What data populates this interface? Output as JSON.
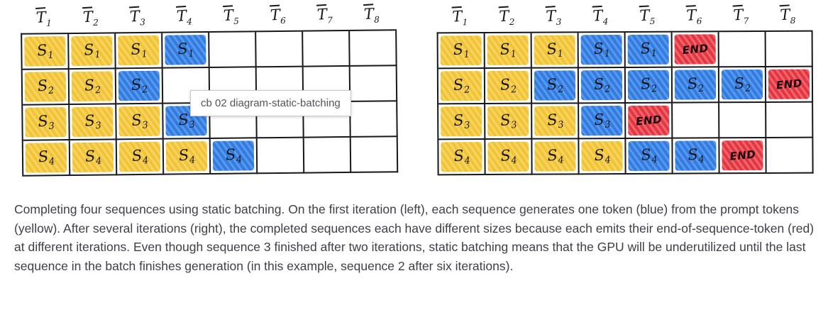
{
  "tooltip": {
    "text": "cb 02 diagram-static-batching"
  },
  "caption": "Completing four sequences using static batching. On the first iteration (left), each sequence generates one token (blue) from the prompt tokens (yellow). After several iterations (right), the completed sequences each have different sizes because each emits their end-of-sequence-token (red) at different iterations. Even though sequence 3 finished after two iterations, static batching means that the GPU will be underutilized until the last sequence in the batch finishes generation (in this example, sequence 2 after six iterations).",
  "legend_colors": {
    "prompt": "#F2C335",
    "generated": "#2E7DE2",
    "end": "#E43540"
  },
  "grids": [
    {
      "name": "left",
      "headers": [
        "T1",
        "T2",
        "T3",
        "T4",
        "T5",
        "T6",
        "T7",
        "T8"
      ],
      "rows": [
        {
          "cells": [
            {
              "type": "prompt",
              "label": "S1"
            },
            {
              "type": "prompt",
              "label": "S1"
            },
            {
              "type": "prompt",
              "label": "S1"
            },
            {
              "type": "gen",
              "label": "S1"
            },
            {
              "type": "empty",
              "label": ""
            },
            {
              "type": "empty",
              "label": ""
            },
            {
              "type": "empty",
              "label": ""
            },
            {
              "type": "empty",
              "label": ""
            }
          ]
        },
        {
          "cells": [
            {
              "type": "prompt",
              "label": "S2"
            },
            {
              "type": "prompt",
              "label": "S2"
            },
            {
              "type": "gen",
              "label": "S2"
            },
            {
              "type": "empty",
              "label": ""
            },
            {
              "type": "empty",
              "label": ""
            },
            {
              "type": "empty",
              "label": ""
            },
            {
              "type": "empty",
              "label": ""
            },
            {
              "type": "empty",
              "label": ""
            }
          ]
        },
        {
          "cells": [
            {
              "type": "prompt",
              "label": "S3"
            },
            {
              "type": "prompt",
              "label": "S3"
            },
            {
              "type": "prompt",
              "label": "S3"
            },
            {
              "type": "gen",
              "label": "S3"
            },
            {
              "type": "empty",
              "label": ""
            },
            {
              "type": "empty",
              "label": ""
            },
            {
              "type": "empty",
              "label": ""
            },
            {
              "type": "empty",
              "label": ""
            }
          ]
        },
        {
          "cells": [
            {
              "type": "prompt",
              "label": "S4"
            },
            {
              "type": "prompt",
              "label": "S4"
            },
            {
              "type": "prompt",
              "label": "S4"
            },
            {
              "type": "prompt",
              "label": "S4"
            },
            {
              "type": "gen",
              "label": "S4"
            },
            {
              "type": "empty",
              "label": ""
            },
            {
              "type": "empty",
              "label": ""
            },
            {
              "type": "empty",
              "label": ""
            }
          ]
        }
      ]
    },
    {
      "name": "right",
      "headers": [
        "T1",
        "T2",
        "T3",
        "T4",
        "T5",
        "T6",
        "T7",
        "T8"
      ],
      "rows": [
        {
          "cells": [
            {
              "type": "prompt",
              "label": "S1"
            },
            {
              "type": "prompt",
              "label": "S1"
            },
            {
              "type": "prompt",
              "label": "S1"
            },
            {
              "type": "gen",
              "label": "S1"
            },
            {
              "type": "gen",
              "label": "S1"
            },
            {
              "type": "end",
              "label": "END"
            },
            {
              "type": "empty",
              "label": ""
            },
            {
              "type": "empty",
              "label": ""
            }
          ]
        },
        {
          "cells": [
            {
              "type": "prompt",
              "label": "S2"
            },
            {
              "type": "prompt",
              "label": "S2"
            },
            {
              "type": "gen",
              "label": "S2"
            },
            {
              "type": "gen",
              "label": "S2"
            },
            {
              "type": "gen",
              "label": "S2"
            },
            {
              "type": "gen",
              "label": "S2"
            },
            {
              "type": "gen",
              "label": "S2"
            },
            {
              "type": "end",
              "label": "END"
            }
          ]
        },
        {
          "cells": [
            {
              "type": "prompt",
              "label": "S3"
            },
            {
              "type": "prompt",
              "label": "S3"
            },
            {
              "type": "prompt",
              "label": "S3"
            },
            {
              "type": "gen",
              "label": "S3"
            },
            {
              "type": "end",
              "label": "END"
            },
            {
              "type": "empty",
              "label": ""
            },
            {
              "type": "empty",
              "label": ""
            },
            {
              "type": "empty",
              "label": ""
            }
          ]
        },
        {
          "cells": [
            {
              "type": "prompt",
              "label": "S4"
            },
            {
              "type": "prompt",
              "label": "S4"
            },
            {
              "type": "prompt",
              "label": "S4"
            },
            {
              "type": "prompt",
              "label": "S4"
            },
            {
              "type": "gen",
              "label": "S4"
            },
            {
              "type": "gen",
              "label": "S4"
            },
            {
              "type": "end",
              "label": "END"
            },
            {
              "type": "empty",
              "label": ""
            }
          ]
        }
      ]
    }
  ]
}
